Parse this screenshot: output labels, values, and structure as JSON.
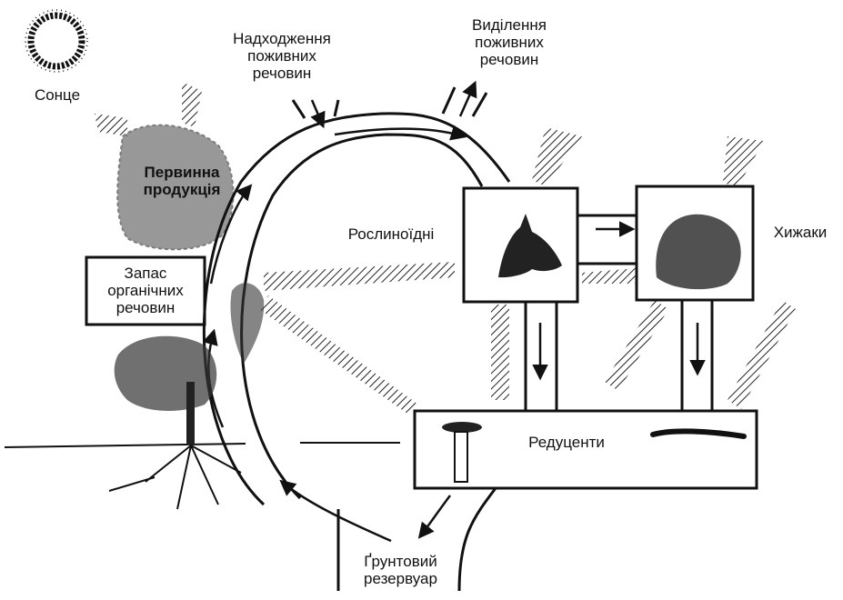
{
  "labels": {
    "sun": "Сонце",
    "nutrient_input": [
      "Надходження",
      "поживних",
      "речовин"
    ],
    "nutrient_output": [
      "Виділення",
      "поживних",
      "речовин"
    ],
    "primary_production": [
      "Первинна",
      "продукція"
    ],
    "organic_store": [
      "Запас",
      "органічних",
      "речовин"
    ],
    "herbivores": "Рослиноїдні",
    "predators": "Хижаки",
    "decomposers": "Редуценти",
    "soil_reservoir": [
      "Ґрунтовий",
      "резервуар"
    ]
  },
  "icons": [
    "sun-icon",
    "plant-foliage-icon",
    "tree-icon",
    "herbivore-deer-icon",
    "predator-cat-icon",
    "mushroom-icon",
    "worm-icon"
  ],
  "colors": {
    "ink": "#111111",
    "background": "#ffffff"
  }
}
